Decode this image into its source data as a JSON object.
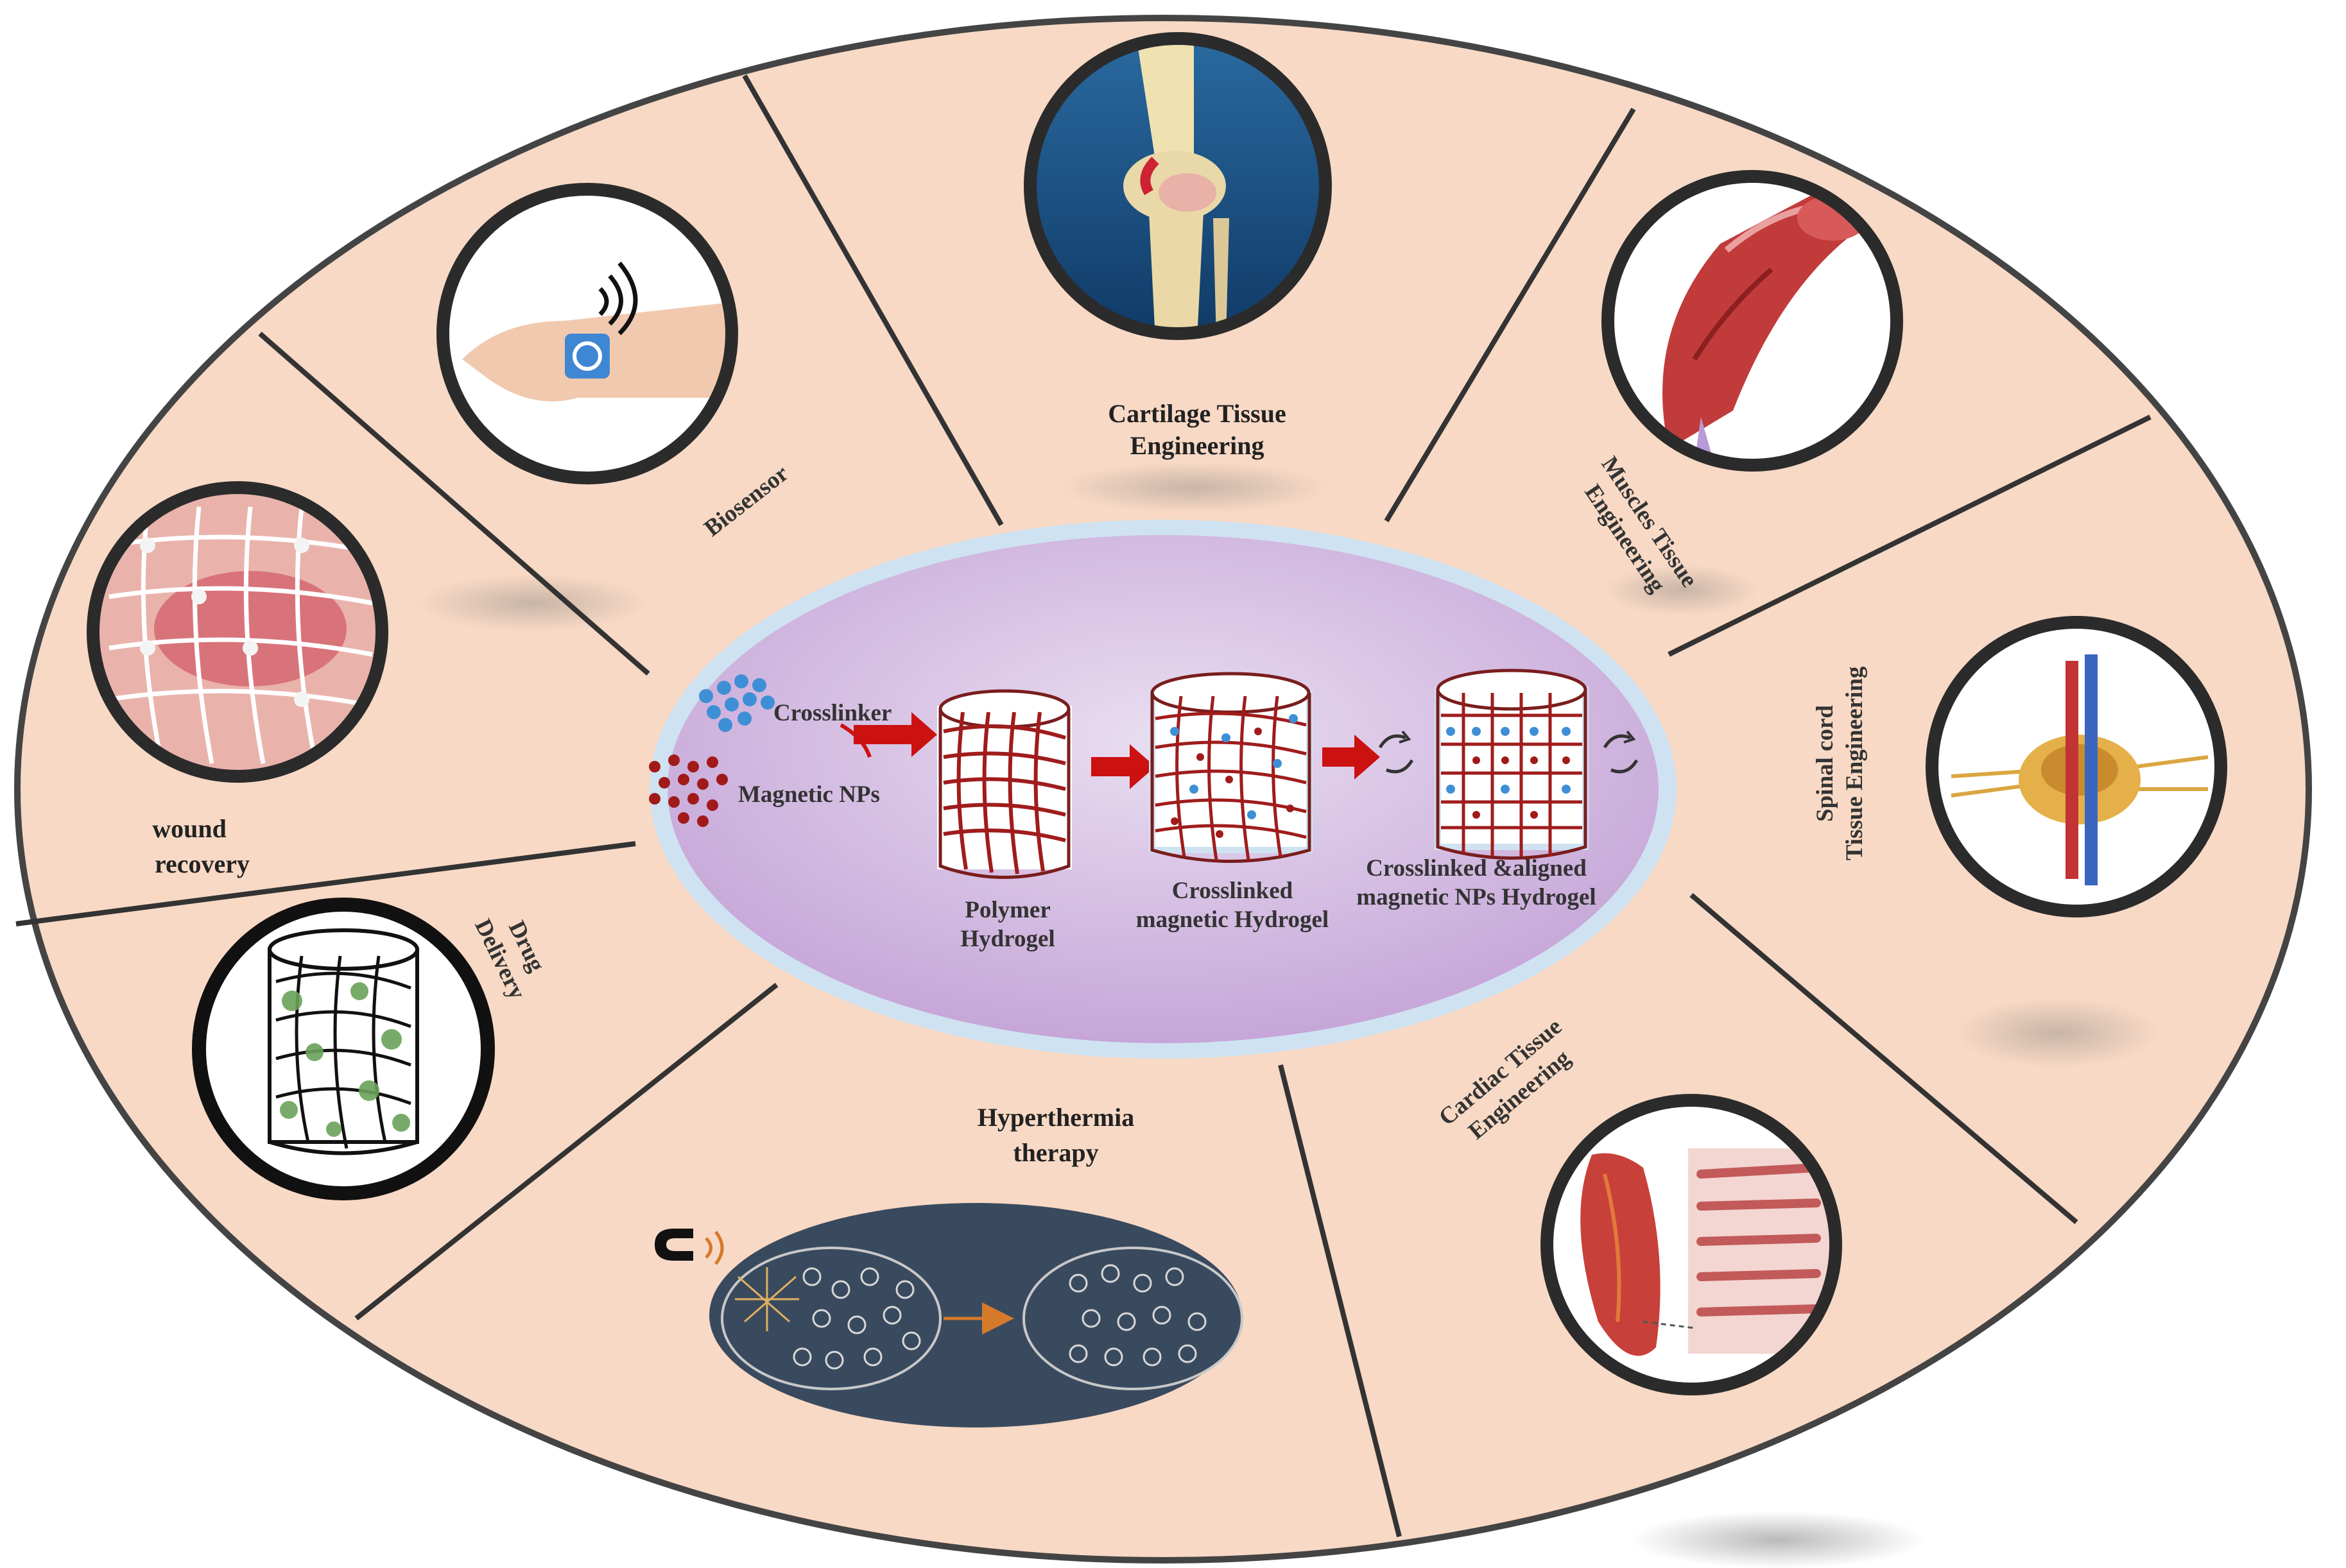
{
  "colors": {
    "outer_fill": "#f8d9c5",
    "outer_stroke": "#444444",
    "inner_fill": "#cdb2dd",
    "inner_ring": "#cfe2f1",
    "mesh": "#a01c1c",
    "arrow": "#cc1111",
    "np_blue": "#3f8fd6",
    "np_red": "#a11a1a",
    "plate": "#3a4a5e"
  },
  "segments": {
    "cartilage": {
      "line1": "Cartilage Tissue",
      "line2": "Engineering",
      "icon": "knee-joint-icon"
    },
    "muscles": {
      "line1": "Muscles Tissue",
      "line2": "Engineering",
      "icon": "muscle-fiber-icon"
    },
    "spinal": {
      "line1": "Spinal cord",
      "line2": "Tissue Engineering",
      "icon": "spinal-cord-icon"
    },
    "cardiac": {
      "line1": "Cardiac Tissue",
      "line2": "Engineering",
      "icon": "heart-icon"
    },
    "hyperthermia": {
      "line1": "Hyperthermia",
      "line2": "therapy",
      "icon": "magnet-icon"
    },
    "drug": {
      "line1": "Drug",
      "line2": "Delivery",
      "icon": "hydrogel-drug-icon"
    },
    "wound": {
      "line1": "wound",
      "line2": "recovery",
      "icon": "wound-dressing-icon"
    },
    "biosensor": {
      "line1": "Biosensor",
      "icon": "wearable-sensor-icon"
    }
  },
  "center": {
    "crosslinker": "Crosslinker",
    "magnetic_nps": "Magnetic NPs",
    "step1": {
      "line1": "Polymer",
      "line2": "Hydrogel"
    },
    "step2": {
      "line1": "Crosslinked",
      "line2": "magnetic Hydrogel"
    },
    "step3": {
      "line1": "Crosslinked &aligned",
      "line2": "magnetic NPs Hydrogel"
    }
  }
}
